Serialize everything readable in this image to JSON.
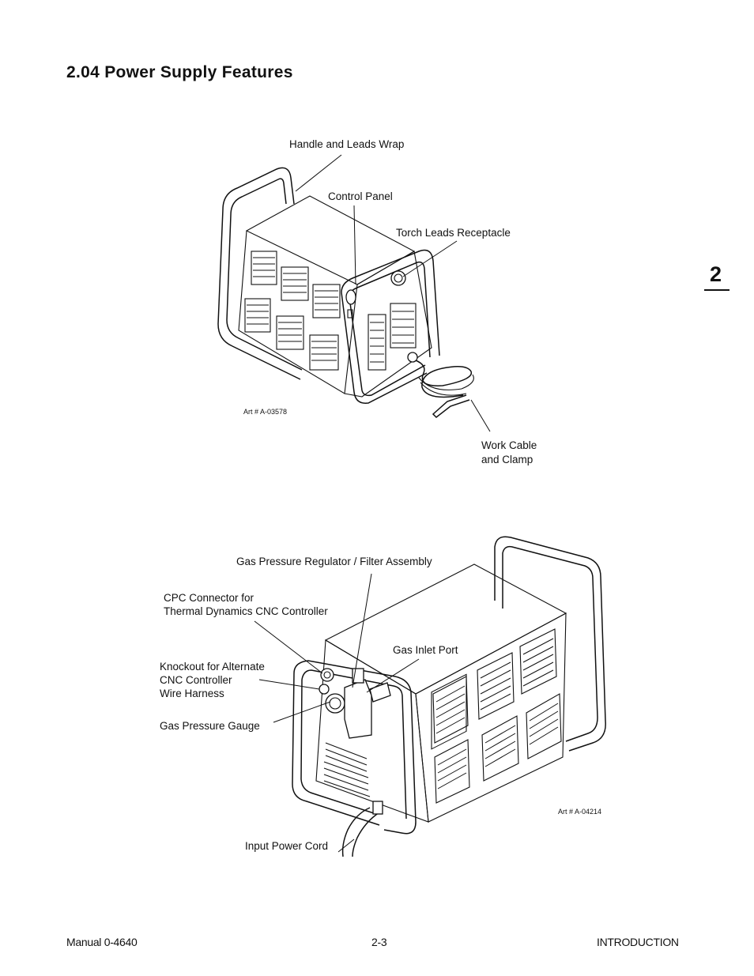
{
  "page": {
    "section_title": "2.04  Power Supply Features",
    "chapter_tab": "2"
  },
  "figure_top": {
    "art_number": "Art # A-03578",
    "labels": {
      "handle_wrap": "Handle and Leads Wrap",
      "control_panel": "Control Panel",
      "torch_receptacle": "Torch Leads Receptacle",
      "work_cable_line1": "Work Cable",
      "work_cable_line2": "and Clamp"
    }
  },
  "figure_bottom": {
    "art_number": "Art # A-04214",
    "labels": {
      "regulator": "Gas Pressure Regulator / Filter Assembly",
      "cpc_line1": "CPC Connector for",
      "cpc_line2": "Thermal Dynamics CNC Controller",
      "gas_inlet": "Gas Inlet Port",
      "knockout_line1": "Knockout for Alternate",
      "knockout_line2": "CNC Controller",
      "knockout_line3": "Wire Harness",
      "gauge": "Gas Pressure Gauge",
      "power_cord": "Input Power Cord"
    }
  },
  "footer": {
    "left": "Manual 0-4640",
    "center": "2-3",
    "right": "INTRODUCTION"
  }
}
